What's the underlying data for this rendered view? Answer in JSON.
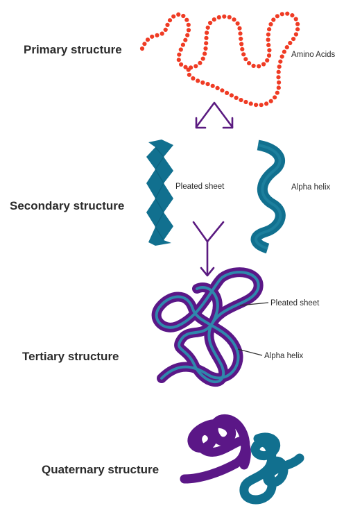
{
  "colors": {
    "amino_dots": "#ef3b24",
    "arrows": "#5a1a80",
    "teal": "#11708f",
    "teal_light": "#2a93b0",
    "purple": "#5b1787",
    "purple_light": "#7b3ea6",
    "text": "#2b2b2b"
  },
  "primary": {
    "label": "Primary structure",
    "callout": "Amino Acids"
  },
  "secondary": {
    "label": "Secondary structure",
    "pleated_label": "Pleated sheet",
    "helix_label": "Alpha helix"
  },
  "tertiary": {
    "label": "Tertiary structure",
    "pleated_callout": "Pleated sheet",
    "helix_callout": "Alpha helix"
  },
  "quaternary": {
    "label": "Quaternary structure"
  }
}
